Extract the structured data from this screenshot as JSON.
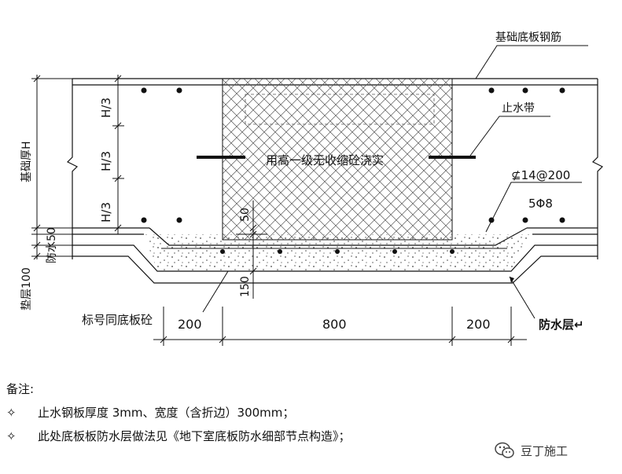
{
  "labels": {
    "foundation_rebar": "基础底板钢筋",
    "waterstop": "止水带",
    "fill_note": "用高一级无收缩砼浇实",
    "rebar_spec": "⊈14@200",
    "rebar_dist": "5Φ8",
    "same_grade": "标号同底板砼",
    "waterproof_layer": "防水层↵",
    "base_thickness": "基础厚H",
    "protect_layer": "防水50",
    "cushion": "垫层100",
    "third": "H/3",
    "dim_50": "50",
    "dim_150": "150",
    "dim_left": "200",
    "dim_mid": "800",
    "dim_right": "200"
  },
  "notes": {
    "title": "备注:",
    "bullet_icon": "✧",
    "item1": "止水钢板厚度 3mm、宽度（含折边）300mm；",
    "item2": "此处底板板防水层做法见《地下室底板防水细部节点构造》；"
  },
  "watermark": {
    "icon": "wechat-icon",
    "text": "豆丁施工"
  }
}
